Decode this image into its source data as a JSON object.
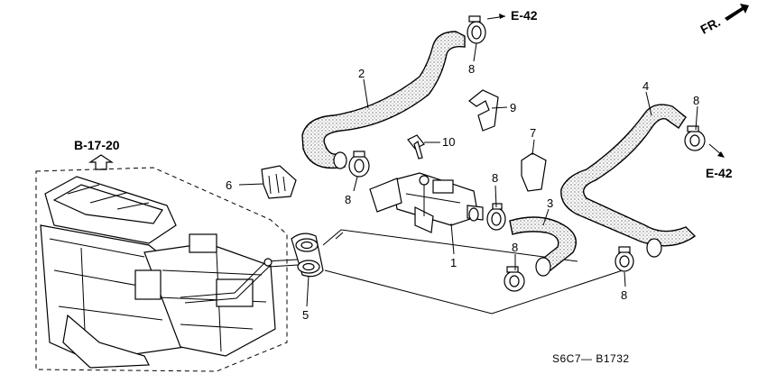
{
  "diagram": {
    "code": "S6C7— B1732",
    "front_marker": "FR.",
    "refs": {
      "e42_top": "E-42",
      "e42_right": "E-42",
      "b1720": "B-17-20"
    },
    "callouts": [
      {
        "id": "c1",
        "text": "1"
      },
      {
        "id": "c2",
        "text": "2"
      },
      {
        "id": "c3",
        "text": "3"
      },
      {
        "id": "c4",
        "text": "4"
      },
      {
        "id": "c5",
        "text": "5"
      },
      {
        "id": "c6",
        "text": "6"
      },
      {
        "id": "c7",
        "text": "7"
      },
      {
        "id": "c8a",
        "text": "8"
      },
      {
        "id": "c8b",
        "text": "8"
      },
      {
        "id": "c8c",
        "text": "8"
      },
      {
        "id": "c8d",
        "text": "8"
      },
      {
        "id": "c8e",
        "text": "8"
      },
      {
        "id": "c8f",
        "text": "8"
      },
      {
        "id": "c9",
        "text": "9"
      },
      {
        "id": "c10",
        "text": "10"
      }
    ]
  }
}
